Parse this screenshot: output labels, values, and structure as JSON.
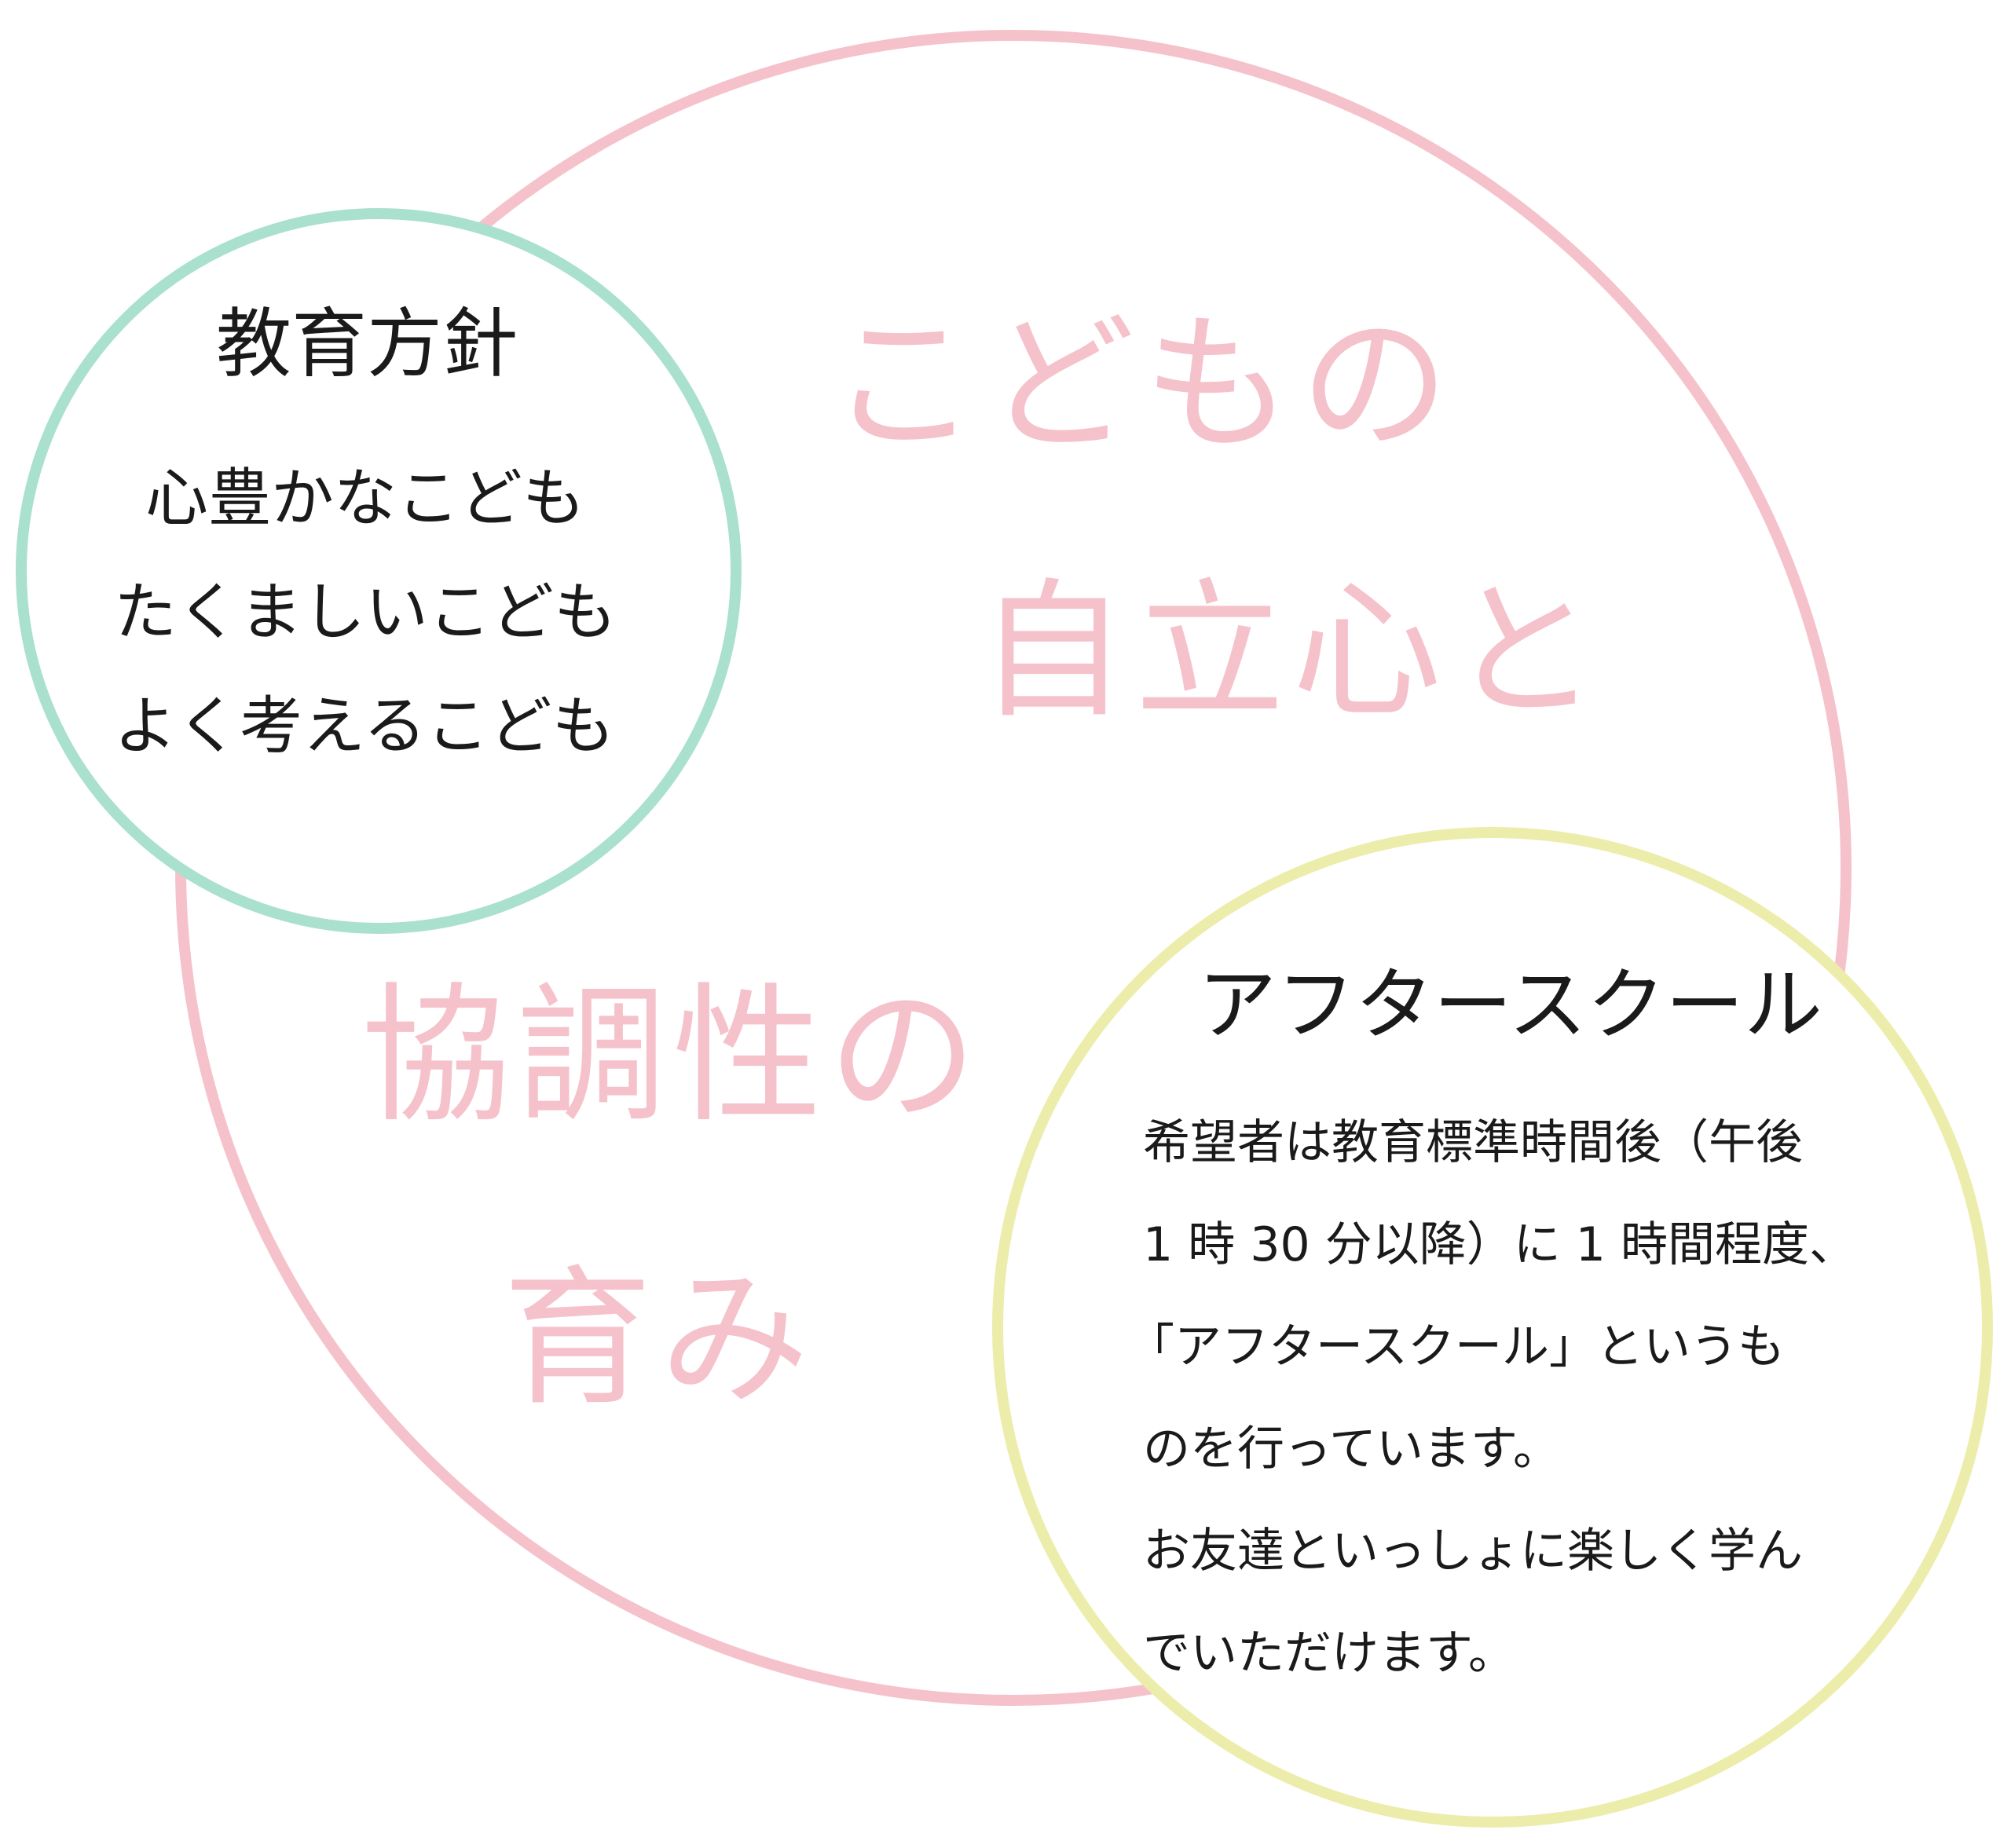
{
  "rings": {
    "colors": {
      "pink": "#f5c2cb",
      "mint": "#a9e0ce",
      "yellow": "#ecedab"
    }
  },
  "tagline": {
    "lines": [
      "こどもの",
      "自立心と",
      "協調性の",
      "育み"
    ],
    "color": "#f5c2cb"
  },
  "policy": {
    "title": "教育方針",
    "items": [
      "心豊かなこども",
      "たくましいこども",
      "よく考えるこども"
    ]
  },
  "after_school": {
    "title": "アフタースクール",
    "lines": [
      "希望者は教育標準時間後（午後",
      "1 時 30 分以降）に 1 時間程度、",
      "「アフタースクール」というも",
      "のを行っています。",
      "お友達といっしょに楽しく学ん",
      "でいただけます。"
    ]
  }
}
